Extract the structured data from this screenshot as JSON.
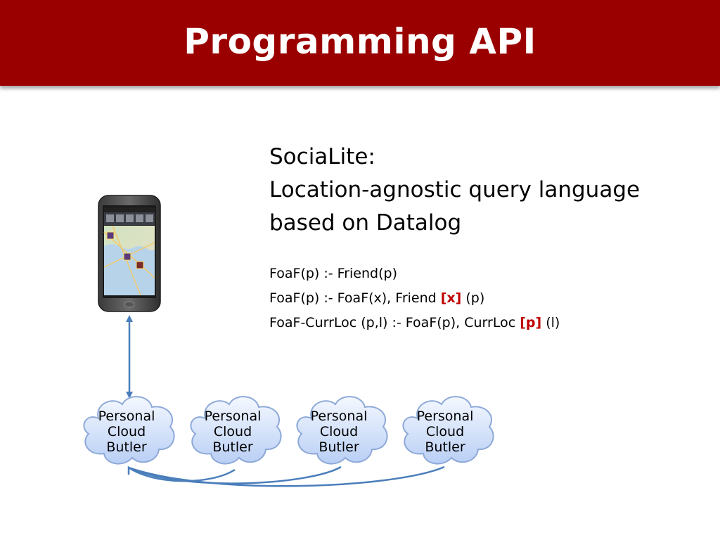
{
  "slide": {
    "title": "Programming API"
  },
  "socialite": {
    "line1": "SociaLite:",
    "line2": "Location-agnostic query language",
    "line3": "based on Datalog"
  },
  "rules": [
    {
      "before": "FoaF(p) :- Friend(p)",
      "highlight": "",
      "after": ""
    },
    {
      "before": "FoaF(p) :- FoaF(x), Friend ",
      "highlight": "[x]",
      "after": " (p)"
    },
    {
      "before": "FoaF-CurrLoc (p,l) :- FoaF(p), CurrLoc ",
      "highlight": "[p]",
      "after": " (l)"
    }
  ],
  "clouds": [
    {
      "line1": "Personal",
      "line2": "Cloud",
      "line3": "Butler"
    },
    {
      "line1": "Personal",
      "line2": "Cloud",
      "line3": "Butler"
    },
    {
      "line1": "Personal",
      "line2": "Cloud",
      "line3": "Butler"
    },
    {
      "line1": "Personal",
      "line2": "Cloud",
      "line3": "Butler"
    }
  ],
  "colors": {
    "title_bar": "#9a0000",
    "highlight": "#c00000",
    "arrow": "#4a7ebb",
    "cloud_fill_top": "#f4f8ff",
    "cloud_fill_bottom": "#b9cff5",
    "cloud_stroke": "#8ea9d8"
  },
  "icons": {
    "phone": "smartphone-map-icon"
  }
}
